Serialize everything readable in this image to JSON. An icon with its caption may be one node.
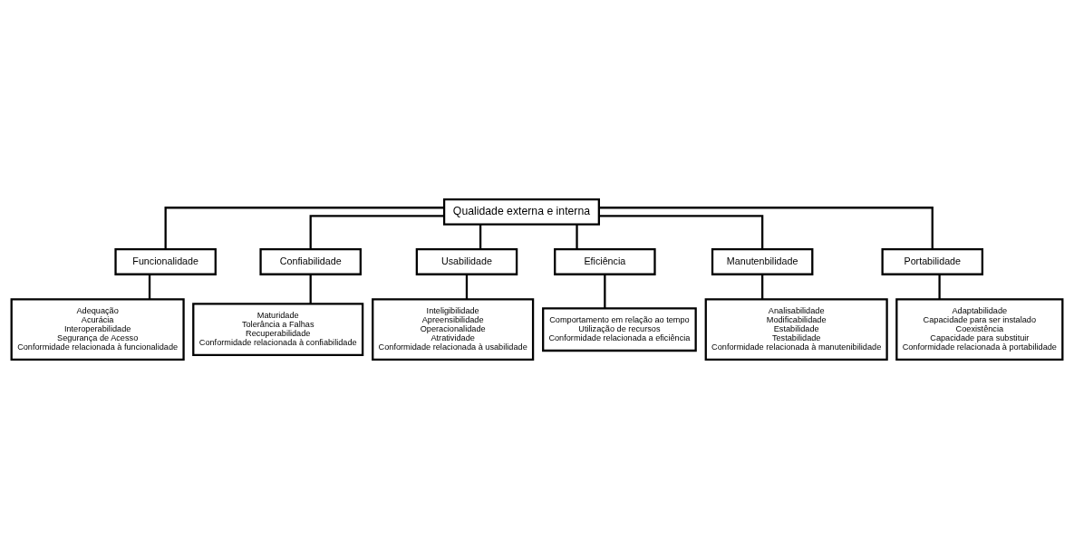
{
  "diagram": {
    "nodes": [
      {
        "text": [
          "Qualidade externa e interna"
        ]
      },
      {
        "text": [
          "Funcionalidade"
        ]
      },
      {
        "text": [
          "Confiabilidade"
        ]
      },
      {
        "text": [
          "Usabilidade"
        ]
      },
      {
        "text": [
          "Eficiência"
        ]
      },
      {
        "text": [
          "Manutenbilidade"
        ]
      },
      {
        "text": [
          "Portabilidade"
        ]
      },
      {
        "text": [
          "Adequação",
          "Acurácia",
          "Interoperabilidade",
          "Segurança de Acesso",
          "Conformidade relacionada à funcionalidade"
        ]
      },
      {
        "text": [
          "Maturidade",
          "Tolerância a Falhas",
          "Recuperabilidade",
          "Conformidade relacionada à confiabilidade"
        ]
      },
      {
        "text": [
          "Inteligibilidade",
          "Apreensibilidade",
          "Operacionalidade",
          "Atratividade",
          "Conformidade relacionada à usabilidade"
        ]
      },
      {
        "text": [
          "Comportamento em relação ao tempo",
          "Utilização de recursos",
          "Conformidade relacionada a eficiência"
        ]
      },
      {
        "text": [
          "Analisabilidade",
          "Modificabilidade",
          "Estabilidade",
          "Testabilidade",
          "Conformidade relacionada à manutenibilidade"
        ]
      },
      {
        "text": [
          "Adaptabilidade",
          "Capacidade para ser instalado",
          "Coexistência",
          "Capacidade para substituir",
          "Conformidade relacionada à portabilidade"
        ]
      }
    ],
    "edges": [
      {
        "from": 0,
        "to": 1,
        "arrow": "none"
      },
      {
        "from": 0,
        "to": 2,
        "arrow": "none"
      },
      {
        "from": 0,
        "to": 3,
        "arrow": "none"
      },
      {
        "from": 0,
        "to": 4,
        "arrow": "none"
      },
      {
        "from": 0,
        "to": 5,
        "arrow": "none"
      },
      {
        "from": 0,
        "to": 6,
        "arrow": "none"
      },
      {
        "from": 1,
        "to": 7,
        "arrow": "none"
      },
      {
        "from": 2,
        "to": 8,
        "arrow": "none"
      },
      {
        "from": 3,
        "to": 9,
        "arrow": "none"
      },
      {
        "from": 4,
        "to": 10,
        "arrow": "none"
      },
      {
        "from": 5,
        "to": 11,
        "arrow": "none"
      },
      {
        "from": 6,
        "to": 12,
        "arrow": "none"
      }
    ]
  }
}
